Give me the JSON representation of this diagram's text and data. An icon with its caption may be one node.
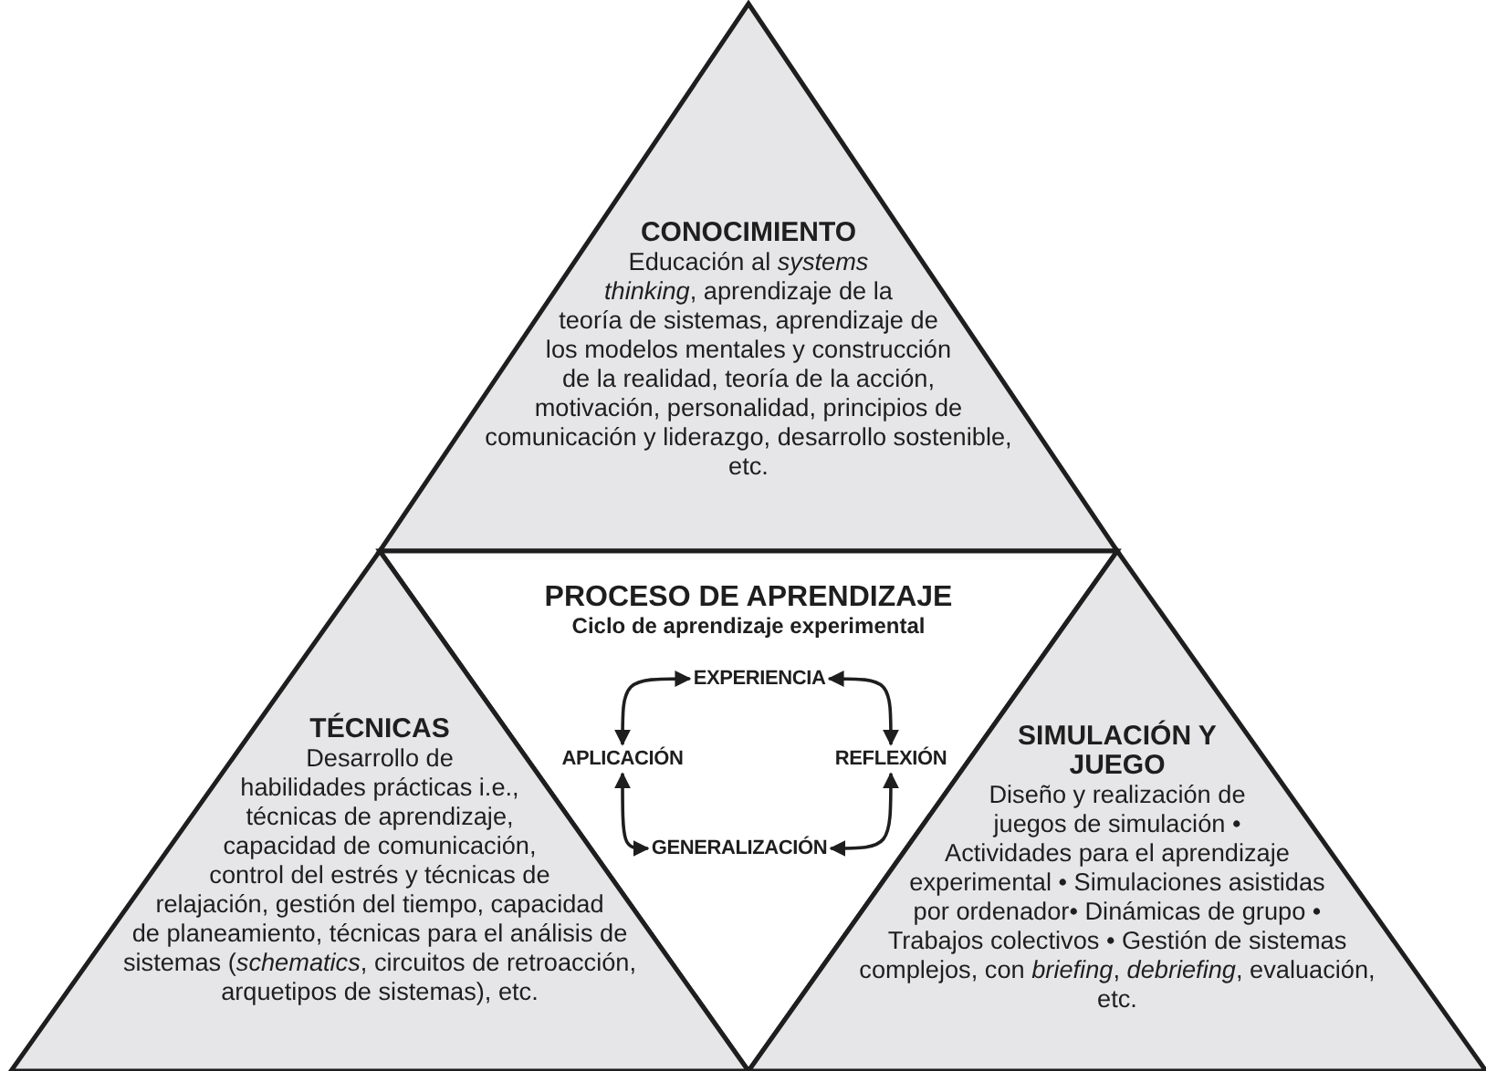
{
  "diagram": {
    "nodes": [
      {
        "text": [
          "CONOCIMIENTO",
          "Educación al *systems thinking*, aprendizaje de la teoría de sistemas, aprendizaje de los modelos mentales y construcción de la realidad, teoría de la acción, motivación, personalidad, principios de comunicación y liderazgo, desarrollo sostenible, etc."
        ]
      },
      {
        "text": [
          "PROCESO DE APRENDIZAJE",
          "Ciclo de aprendizaje experimental"
        ]
      },
      {
        "text": [
          "EXPERIENCIA"
        ],
        "in": 1
      },
      {
        "text": [
          "APLICACIÓN"
        ],
        "in": 1
      },
      {
        "text": [
          "REFLEXIÓN"
        ],
        "in": 1
      },
      {
        "text": [
          "GENERALIZACIÓN"
        ],
        "in": 1
      },
      {
        "text": [
          "TÉCNICAS",
          "Desarrollo de habilidades prácticas i.e., técnicas de aprendizaje, capacidad de comunicación, control del estrés y técnicas de relajación, gestión del tiempo, capacidad de planeamiento, técnicas para el análisis de sistemas (*schematics*, circuitos de retroacción, arquetipos de sistemas), etc."
        ]
      },
      {
        "text": [
          "SIMULACIÓN Y JUEGO",
          "Diseño y realización de juegos de simulación • Actividades para el aprendizaje experimental • Simulaciones asistidas por ordenador• Dinámicas de grupo • Trabajos colectivos • Gestión de sistemas complejos, con *briefing*, *debriefing*, evaluación, etc."
        ]
      }
    ],
    "edges": [
      {
        "from": 2,
        "to": 4,
        "arrow": "both"
      },
      {
        "from": 4,
        "to": 5,
        "arrow": "both"
      },
      {
        "from": 5,
        "to": 3,
        "arrow": "both"
      },
      {
        "from": 3,
        "to": 2,
        "arrow": "both"
      }
    ]
  }
}
